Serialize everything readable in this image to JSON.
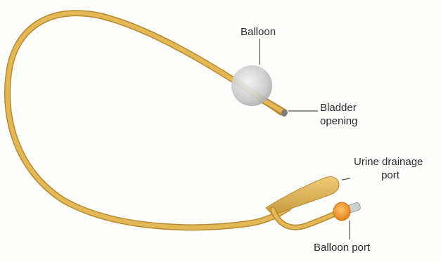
{
  "labels": {
    "balloon": "Balloon",
    "bladder_opening_line1": "Bladder",
    "bladder_opening_line2": "opening",
    "urine_drainage_port_line1": "Urine drainage",
    "urine_drainage_port_line2": "port",
    "balloon_port": "Balloon port"
  },
  "colors": {
    "tube": "#dfb452",
    "tube_highlight": "#f0d084",
    "tube_shadow": "#b8892f",
    "balloon": "#cfcfcf",
    "balloon_port": "#f29a2e",
    "tip": "#7c7c7c",
    "leader_line": "#555555"
  }
}
